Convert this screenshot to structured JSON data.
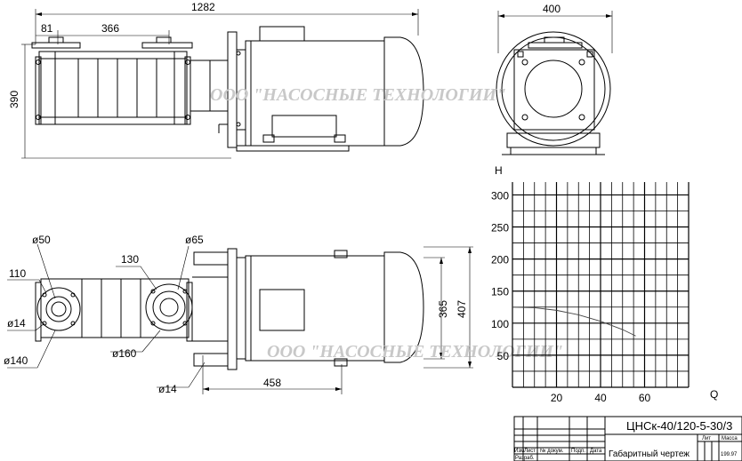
{
  "dimensions": {
    "overall_length": "1282",
    "flange_offset": "81",
    "flange_spacing": "366",
    "height_side": "390",
    "width_front": "400",
    "suction_diameter": "ø50",
    "discharge_diameter": "ø65",
    "flange_110": "110",
    "flange_130": "130",
    "hole_14_left": "ø14",
    "flange_140": "ø140",
    "flange_160": "ø160",
    "foot_hole_14": "ø14",
    "base_length_458": "458",
    "foot_height_365": "365",
    "total_height_407": "407"
  },
  "watermark": "ООО \"НАСОСНЫЕ ТЕХНОЛОГИИ\"",
  "chart_data": {
    "type": "line",
    "title": "",
    "xlabel": "Q",
    "ylabel": "H",
    "x_ticks": [
      "20",
      "40",
      "60"
    ],
    "y_ticks": [
      "300",
      "250",
      "200",
      "150",
      "100",
      "50"
    ],
    "xlim": [
      0,
      80
    ],
    "ylim": [
      0,
      320
    ],
    "series": [
      {
        "x": [
          0,
          10,
          20,
          30,
          40,
          50,
          56
        ],
        "y": [
          125,
          124,
          120,
          113,
          103,
          90,
          80
        ]
      }
    ]
  },
  "title_block": {
    "designation": "ЦНСк-40/120-5-30/3",
    "doc_name": "Габаритный чертеж",
    "mass": "199.97",
    "lit_label": "Лит",
    "mass_label": "Масса",
    "rev_labels": [
      "Изм",
      "Лист",
      "№ докум.",
      "Подп.",
      "Дата"
    ],
    "razrab_label": "Разраб."
  }
}
